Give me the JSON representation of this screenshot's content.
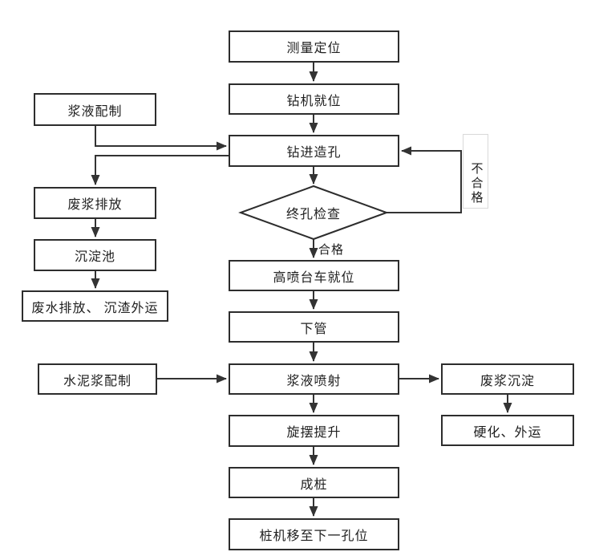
{
  "diagram": {
    "background_color": "#ffffff",
    "line_color": "#333333",
    "box_border_color": "#2d2d2d",
    "nodes": {
      "survey": {
        "label": "测量定位"
      },
      "drill_rig": {
        "label": "钻机就位"
      },
      "slurry_prep": {
        "label": "浆液配制"
      },
      "drilling": {
        "label": "钻进造孔"
      },
      "final_hole_check": {
        "label": "终孔检查",
        "shape": "diamond"
      },
      "waste_slurry_discharge": {
        "label": "废浆排放"
      },
      "sedimentation_pool": {
        "label": "沉淀池"
      },
      "wastewater_sediment": {
        "label": "废水排放、 沉渣外运"
      },
      "jet_trolley": {
        "label": "高喷台车就位"
      },
      "lower_pipe": {
        "label": "下管"
      },
      "cement_slurry_prep": {
        "label": "水泥浆配制"
      },
      "grout_jetting": {
        "label": "浆液喷射"
      },
      "waste_slurry_settling": {
        "label": "废浆沉淀"
      },
      "harden_transport": {
        "label": "硬化、外运"
      },
      "swing_lift": {
        "label": "旋摆提升"
      },
      "pile_formed": {
        "label": "成桩"
      },
      "move_next_hole": {
        "label": "桩机移至下一孔位"
      }
    },
    "edge_labels": {
      "qualified": "合格",
      "unqualified": "不合格"
    }
  }
}
